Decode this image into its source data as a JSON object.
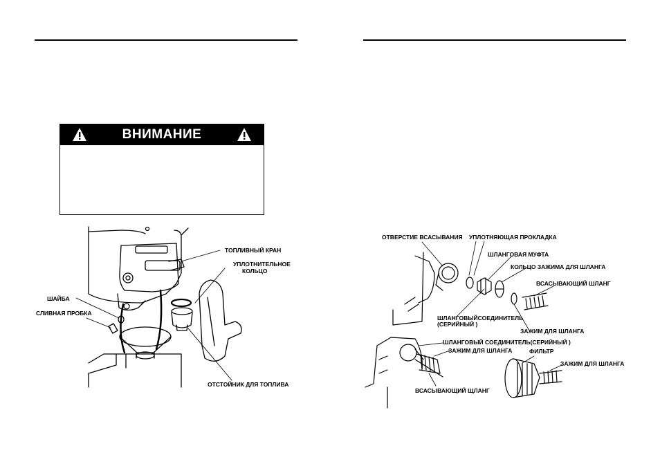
{
  "warning": {
    "title": "ВНИМАНИЕ"
  },
  "figure_fuel": {
    "labels": {
      "fuel_valve": "ТОПЛИВНЫЙ КРАН",
      "o_ring_line1": "УПЛОТНИТЕЛЬНОЕ",
      "o_ring_line2": "КОЛЬЦО",
      "washer": "ШАЙБА",
      "drain_plug": "СЛИВНАЯ ПРОБКА",
      "sediment_cup": "ОТСТОЙНИК ДЛЯ ТОПЛИВА"
    }
  },
  "figure_hose": {
    "labels": {
      "suction_port": "ОТВЕРСТИЕ ВСАСЫВАНИЯ",
      "sealing_washer": "УПЛОТНЯЮЩАЯ ПРОКЛАДКА",
      "hose_coupling": "ШЛАНГОВАЯ МУФТА",
      "hose_clamp_ring": "КОЛЬЦО ЗАЖИМА ДЛЯ ШЛАНГА",
      "suction_hose": "ВСАСЫВАЮЩИЙ ШЛАНГ",
      "hose_connector_line1": "ШЛАНГОВЫЙСОЕДИНИТЕЛЬ",
      "hose_connector_line2": "(СЕРИЙНЫЙ )",
      "hose_clamp_1": "ЗАЖИМ ДЛЯ ШЛАНГА",
      "hose_connector_2": "ШЛАНГОВЫЙ СОЕДИНИТЕЛЬ(СЕРИЙНЫЙ )",
      "hose_clamp_2": "ЗАЖИМ ДЛЯ ШЛАНГА",
      "suction_hose_2": "ВСАСЫВАЮЩИЙ ЩЛАНГ",
      "strainer": "ФИЛЬТР",
      "hose_clamp_3": "ЗАЖИМ ДЛЯ ШЛАНГА"
    }
  }
}
